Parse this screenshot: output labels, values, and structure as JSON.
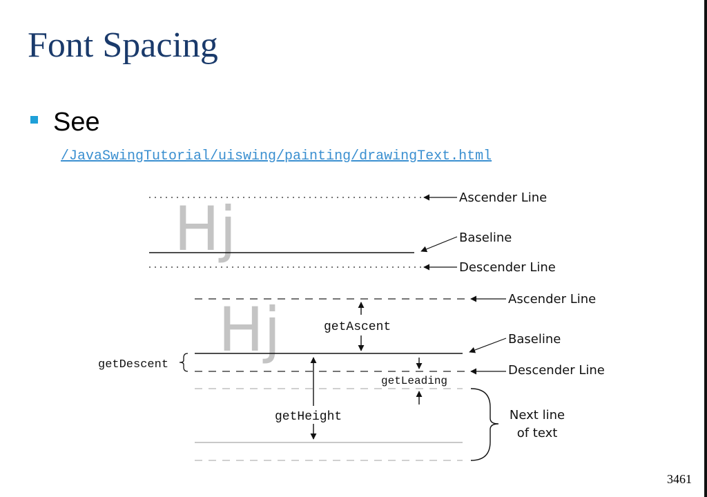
{
  "slide": {
    "title": "Font Spacing",
    "bullet_text": "See",
    "link_text": "/JavaSwingTutorial/uiswing/painting/drawingText.html",
    "page_number": "3461"
  },
  "diagram": {
    "sample_glyphs": "Hj",
    "top": {
      "ascender_label": "Ascender Line",
      "baseline_label": "Baseline",
      "descender_label": "Descender Line"
    },
    "bottom": {
      "ascender_label": "Ascender Line",
      "baseline_label": "Baseline",
      "descender_label": "Descender Line",
      "get_ascent": "getAscent",
      "get_descent": "getDescent",
      "get_leading": "getLeading",
      "get_height": "getHeight",
      "next_line_1": "Next line",
      "next_line_2": "of text"
    }
  },
  "colors": {
    "title": "#1a3a6b",
    "bullet": "#1fa0d8",
    "link": "#3a8fd0",
    "glyph_gray": "#c4c4c4"
  }
}
